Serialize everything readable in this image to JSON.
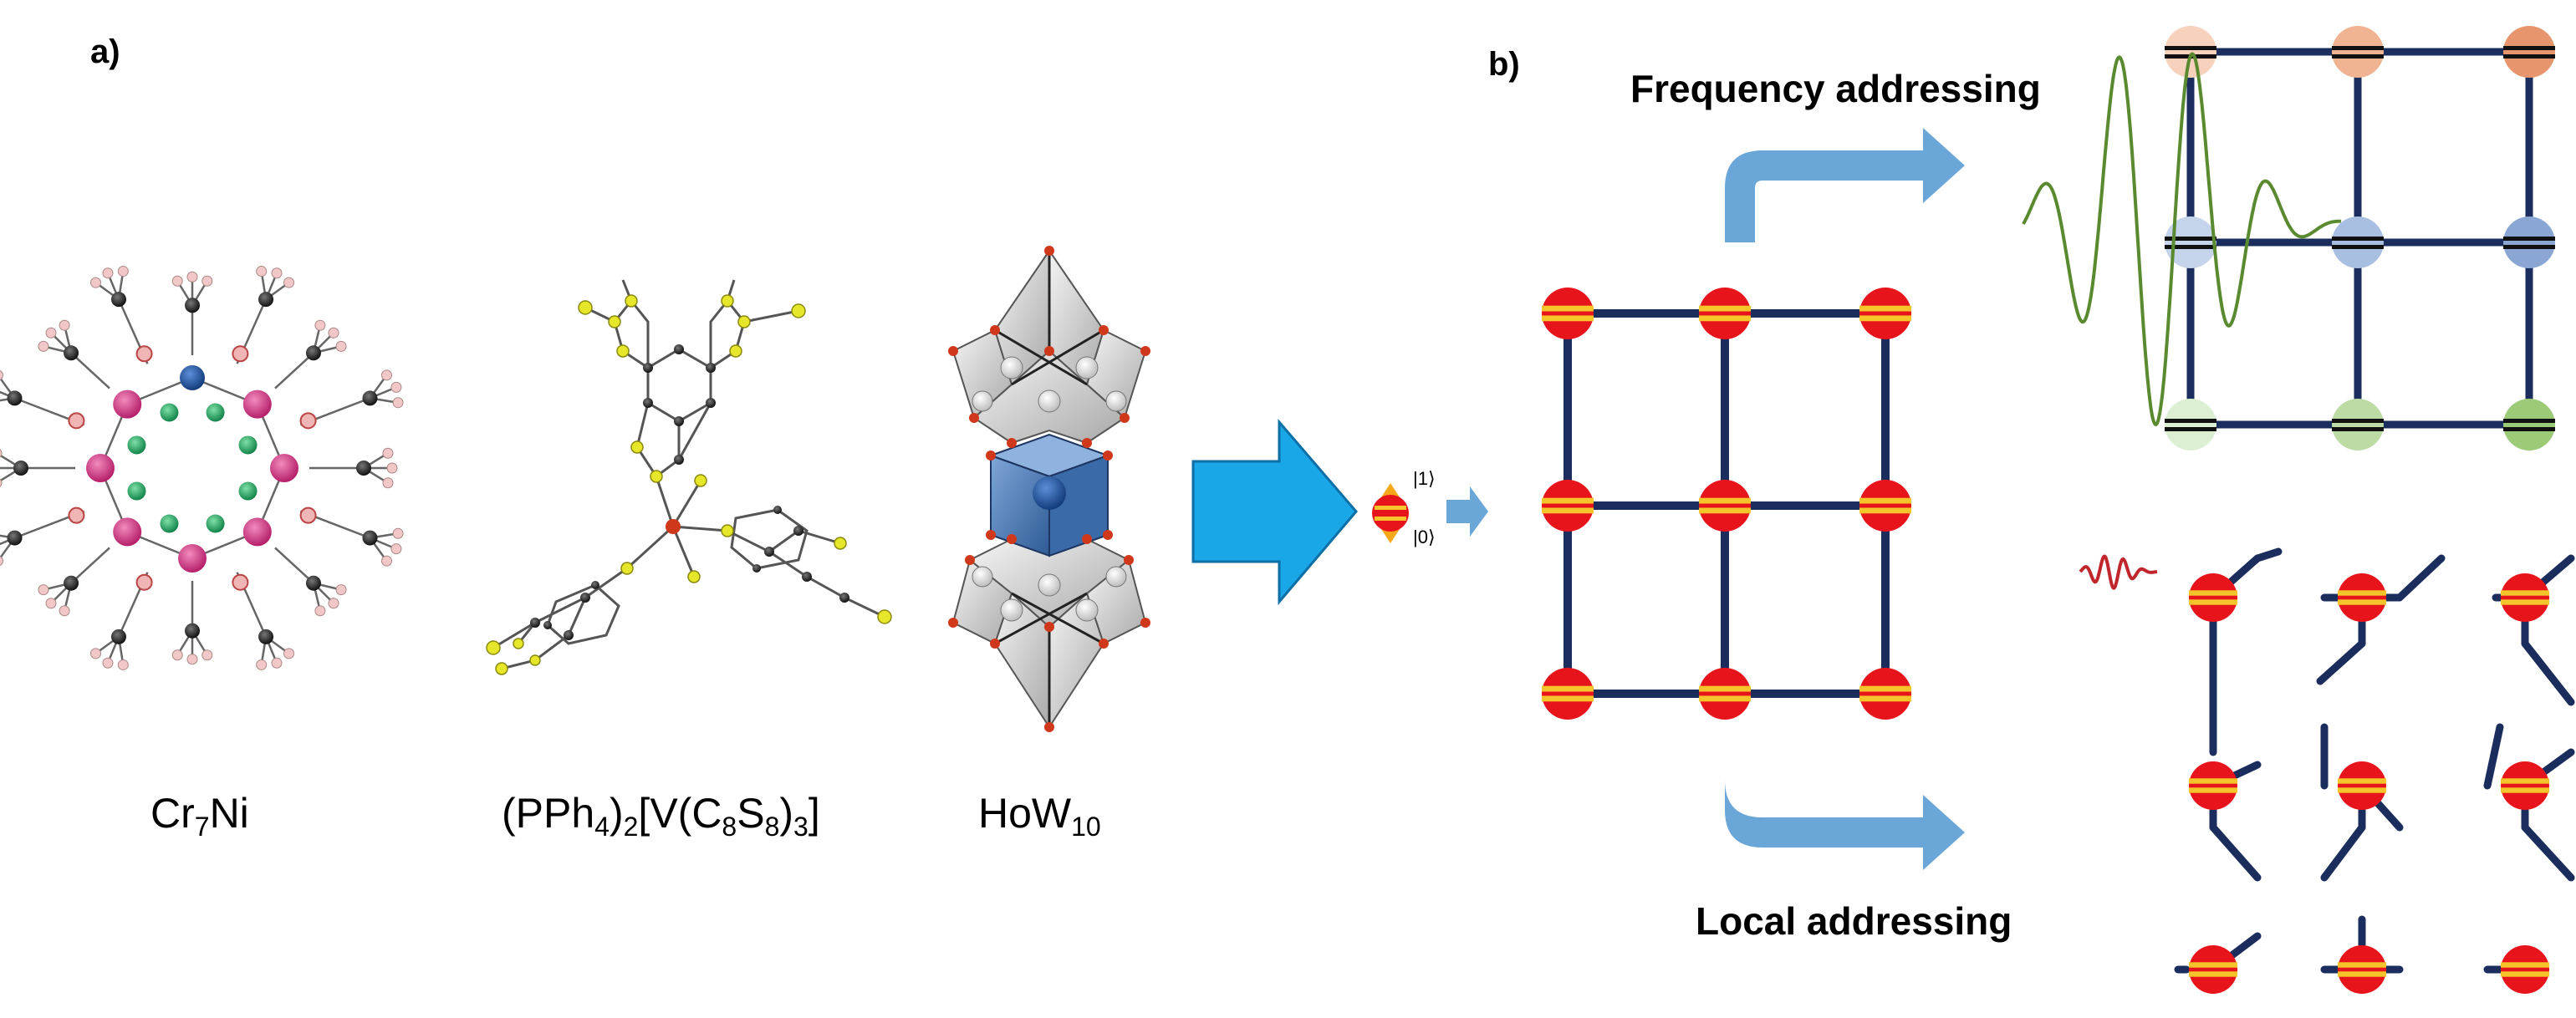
{
  "panel_a": {
    "label": "a)",
    "molecules": [
      {
        "name_main": "Cr",
        "name_sub": "7",
        "name_tail": "Ni",
        "icon": "cr7ni-ring-molecule"
      },
      {
        "name_parts": [
          "(PPh",
          "4",
          ")",
          "2",
          "[V(C",
          "8",
          "S",
          "8",
          ")",
          "3",
          "]"
        ],
        "icon": "vanadium-dithiolene-molecule"
      },
      {
        "name_main": "HoW",
        "name_sub": "10",
        "icon": "polyoxometalate-molecule"
      }
    ]
  },
  "panel_b": {
    "label": "b)",
    "qubit_states": {
      "upper": "|1⟩",
      "lower": "|0⟩"
    },
    "frequency_heading": "Frequency addressing",
    "local_heading": "Local addressing"
  },
  "colors": {
    "lattice_line": "#1a2d5c",
    "qubit_red": "#e8141c",
    "qubit_bar": "#f6c52b",
    "arrow_big": "#1aa7e8",
    "arrow_light": "#6aa7d8",
    "wave_green": "#5a8a2f",
    "pulse_red": "#c0272d",
    "node_row1": [
      "#f6d2bd",
      "#f0b493",
      "#e7956c"
    ],
    "node_row2": [
      "#c5d4ea",
      "#a9bfe1",
      "#8aa7d4"
    ],
    "node_row3": [
      "#dcefd2",
      "#bddca5",
      "#9ccb78"
    ]
  }
}
